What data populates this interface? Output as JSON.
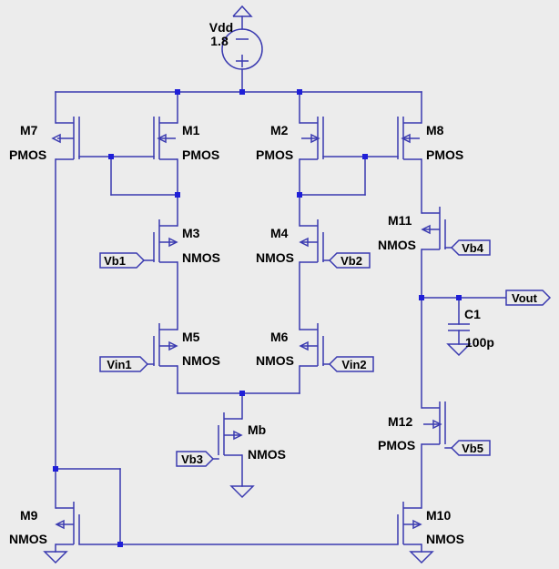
{
  "source": {
    "name": "Vdd",
    "value": "1.8"
  },
  "transistors": [
    {
      "id": "m7",
      "name": "M7",
      "type": "PMOS"
    },
    {
      "id": "m1",
      "name": "M1",
      "type": "PMOS"
    },
    {
      "id": "m2",
      "name": "M2",
      "type": "PMOS"
    },
    {
      "id": "m8",
      "name": "M8",
      "type": "PMOS"
    },
    {
      "id": "m3",
      "name": "M3",
      "type": "NMOS"
    },
    {
      "id": "m4",
      "name": "M4",
      "type": "NMOS"
    },
    {
      "id": "m11",
      "name": "M11",
      "type": "NMOS"
    },
    {
      "id": "m5",
      "name": "M5",
      "type": "NMOS"
    },
    {
      "id": "m6",
      "name": "M6",
      "type": "NMOS"
    },
    {
      "id": "mb",
      "name": "Mb",
      "type": "NMOS"
    },
    {
      "id": "m12",
      "name": "M12",
      "type": "PMOS"
    },
    {
      "id": "m9",
      "name": "M9",
      "type": "NMOS"
    },
    {
      "id": "m10",
      "name": "M10",
      "type": "NMOS"
    }
  ],
  "ports": {
    "vb1": "Vb1",
    "vb2": "Vb2",
    "vb3": "Vb3",
    "vb4": "Vb4",
    "vb5": "Vb5",
    "vin1": "Vin1",
    "vin2": "Vin2",
    "vout": "Vout"
  },
  "capacitor": {
    "name": "C1",
    "value": "100p"
  }
}
